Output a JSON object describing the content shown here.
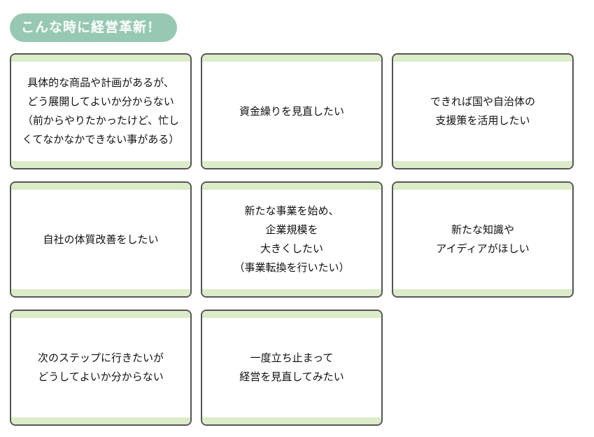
{
  "header": {
    "title": "こんな時に経営革新！"
  },
  "cards": [
    {
      "text": "具体的な商品や計画があるが、\nどう展開してよいか分からない\n（前からやりたかったけど、忙し\nくてなかなかできない事がある）"
    },
    {
      "text": "資金繰りを見直したい"
    },
    {
      "text": "できれば国や自治体の\n支援策を活用したい"
    },
    {
      "text": "自社の体質改善をしたい"
    },
    {
      "text": "新たな事業を始め、\n企業規模を\n大きくしたい\n（事業転換を行いたい）"
    },
    {
      "text": "新たな知識や\nアイディアがほしい"
    },
    {
      "text": "次のステップに行きたいが\nどうしてよいか分からない"
    },
    {
      "text": "一度立ち止まって\n経営を見直してみたい"
    }
  ],
  "colors": {
    "header": "#97c9b2",
    "band": "#dcebc8",
    "border": "#555555"
  }
}
